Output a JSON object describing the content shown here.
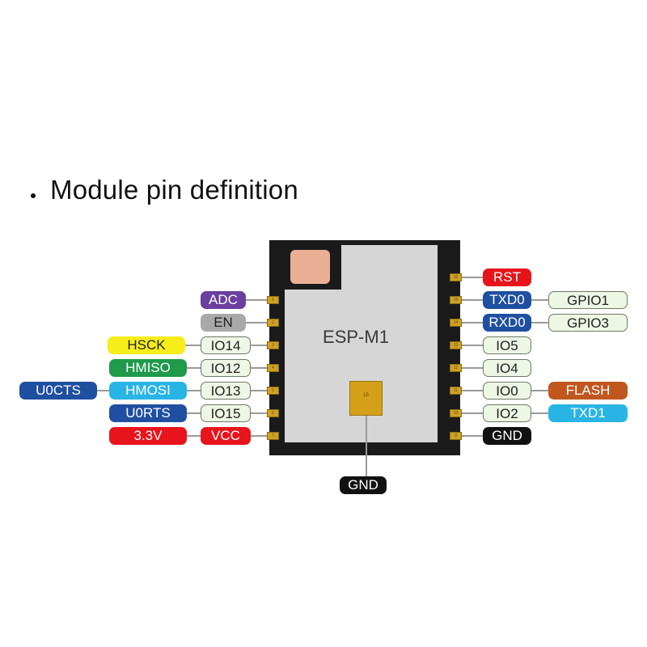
{
  "heading": "Module pin definition",
  "module": {
    "name": "ESP-M1",
    "gnd_pad_label": "15",
    "bottom_label": "GND"
  },
  "colors": {
    "adc": "#6a3fa0",
    "en": "#a9a9a9",
    "hsck": "#f6ee1a",
    "hmiso": "#1f9a4a",
    "hmosi": "#29b4e6",
    "u0cts": "#1f4fa0",
    "u0rts": "#1f4fa0",
    "v33": "#e8141c",
    "vcc": "#e8141c",
    "rst": "#e8141c",
    "txd0": "#1f4fa0",
    "rxd0": "#1f4fa0",
    "flash": "#c0571f",
    "txd1": "#29b4e6",
    "gnd": "#111111",
    "light": "#eef6e6"
  },
  "left_pins": [
    {
      "pin_no": "1",
      "labels": [
        "ADC"
      ]
    },
    {
      "pin_no": "2",
      "labels": [
        "EN"
      ]
    },
    {
      "pin_no": "3",
      "labels": [
        "IO14",
        "HSCK"
      ]
    },
    {
      "pin_no": "4",
      "labels": [
        "IO12",
        "HMISO"
      ]
    },
    {
      "pin_no": "5",
      "labels": [
        "IO13",
        "HMOSI",
        "U0CTS"
      ]
    },
    {
      "pin_no": "6",
      "labels": [
        "IO15",
        "U0RTS"
      ]
    },
    {
      "pin_no": "7",
      "labels": [
        "VCC",
        "3.3V"
      ]
    }
  ],
  "right_pins": [
    {
      "pin_no": "16",
      "labels": [
        "RST"
      ]
    },
    {
      "pin_no": "15",
      "labels": [
        "TXD0",
        "GPIO1"
      ]
    },
    {
      "pin_no": "14",
      "labels": [
        "RXD0",
        "GPIO3"
      ]
    },
    {
      "pin_no": "13",
      "labels": [
        "IO5"
      ]
    },
    {
      "pin_no": "12",
      "labels": [
        "IO4"
      ]
    },
    {
      "pin_no": "11",
      "labels": [
        "IO0",
        "FLASH"
      ]
    },
    {
      "pin_no": "10",
      "labels": [
        "IO2",
        "TXD1"
      ]
    },
    {
      "pin_no": "9",
      "labels": [
        "GND"
      ]
    }
  ]
}
